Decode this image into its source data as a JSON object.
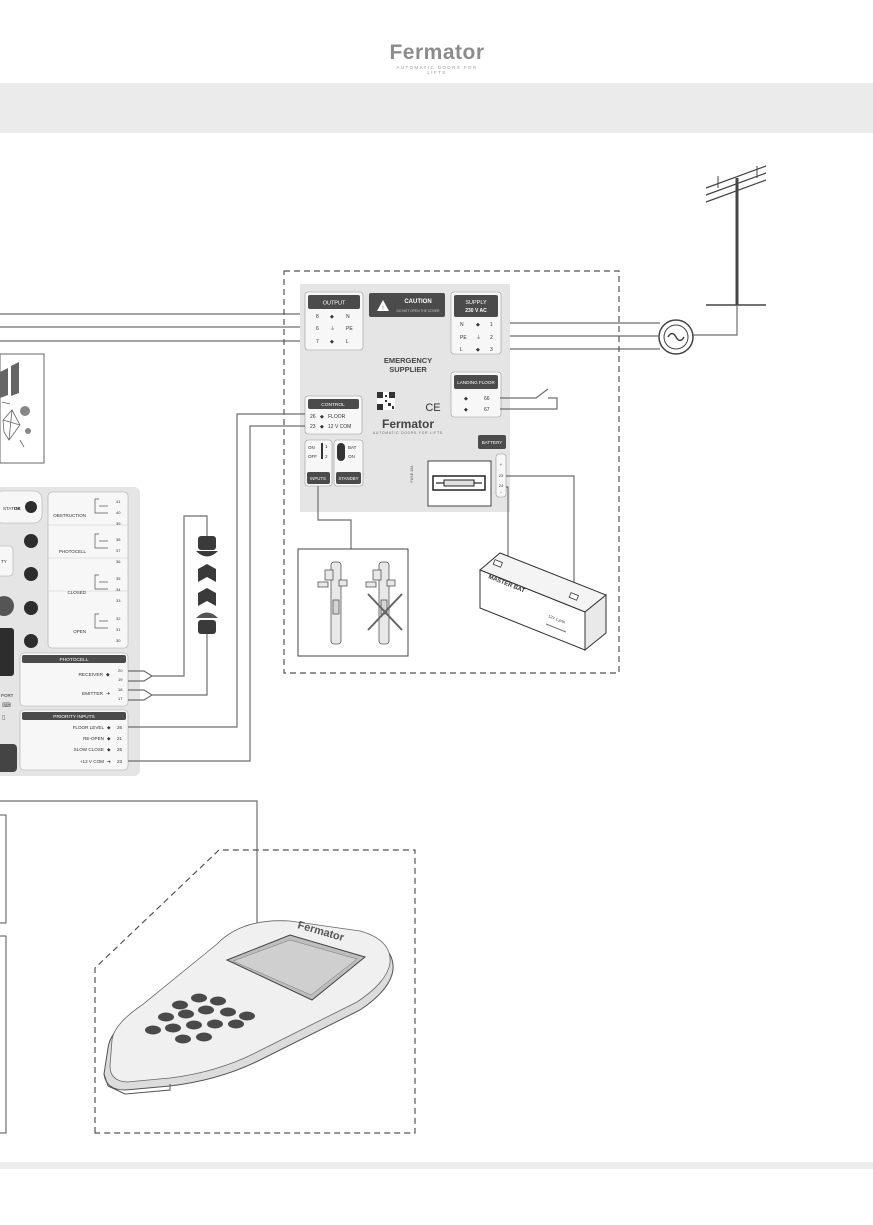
{
  "header": {
    "brand": "Fermator",
    "tagline": "AUTOMATIC DOORS FOR LIFTS"
  },
  "emergency_supplier": {
    "title_line1": "EMERGENCY",
    "title_line2": "SUPPLIER",
    "brand": "Fermator",
    "tagline": "AUTOMATIC DOORS FOR LIFTS",
    "ce_mark": "CE",
    "output": {
      "label": "OUTPUT",
      "rows": [
        {
          "pin": "8",
          "name": "N"
        },
        {
          "pin": "6",
          "name": "PE"
        },
        {
          "pin": "7",
          "name": "L"
        }
      ]
    },
    "caution": {
      "label": "CAUTION",
      "sub": "DO NOT OPEN THE COVER"
    },
    "supply": {
      "label": "SUPPLY",
      "voltage": "230 V AC",
      "rows": [
        {
          "name": "N",
          "pin": "1"
        },
        {
          "name": "PE",
          "pin": "2"
        },
        {
          "name": "L",
          "pin": "3"
        }
      ]
    },
    "landing_floor": {
      "label": "LANDING FLOOR",
      "pins": [
        "66",
        "67"
      ]
    },
    "control": {
      "label": "CONTROL",
      "rows": [
        {
          "pin": "26",
          "name": "FLOOR"
        },
        {
          "pin": "23",
          "name": "12 V COM"
        }
      ]
    },
    "inputs": {
      "label": "INPUTS",
      "on": "ON",
      "off": "OFF",
      "sw1": "1",
      "sw2": "2"
    },
    "standby": {
      "label": "STANDBY",
      "bat": "BAT",
      "on": "ON"
    },
    "battery": {
      "label": "BATTERY",
      "plus": "+",
      "minus": "-",
      "pin1": "23",
      "pin2": "24"
    },
    "fuse_label": "FUSE 10A"
  },
  "battery_unit": {
    "label": "MASTER BAT",
    "spec": "12V 1.2Ah"
  },
  "controller": {
    "status_label": "STATUS",
    "status_value": "OK",
    "partial_left_1": "TY",
    "partial_left_2": "PORT",
    "relays": [
      {
        "label": "OBSTRUCTION",
        "pins": [
          "41",
          "40",
          "39"
        ]
      },
      {
        "label": "PHOTOCELL",
        "pins": [
          "38",
          "37",
          "36"
        ]
      },
      {
        "label": "CLOSED",
        "pins": [
          "35",
          "34",
          "33"
        ]
      },
      {
        "label": "OPEN",
        "pins": [
          "32",
          "31",
          "30"
        ]
      }
    ],
    "photocell": {
      "label": "PHOTOCELL",
      "rows": [
        {
          "name": "RECEIVER",
          "pins": [
            "20",
            "19"
          ]
        },
        {
          "name": "EMITTER",
          "pins": [
            "18",
            "17"
          ]
        }
      ]
    },
    "priority_inputs": {
      "label": "PRIORITY INPUTS",
      "rows": [
        {
          "name": "FLOOR LEVEL",
          "pin": "26"
        },
        {
          "name": "RE-OPEN",
          "pin": "21"
        },
        {
          "name": "SLOW CLOSE",
          "pin": "25"
        },
        {
          "name": "+12 V COM",
          "pin": "23"
        }
      ]
    }
  },
  "handheld": {
    "brand": "Fermator"
  },
  "colors": {
    "panel": "#e5e5e5",
    "label_box": "#4b4b4b",
    "wire": "#6e6e6e",
    "header_band": "#ebebeb"
  }
}
